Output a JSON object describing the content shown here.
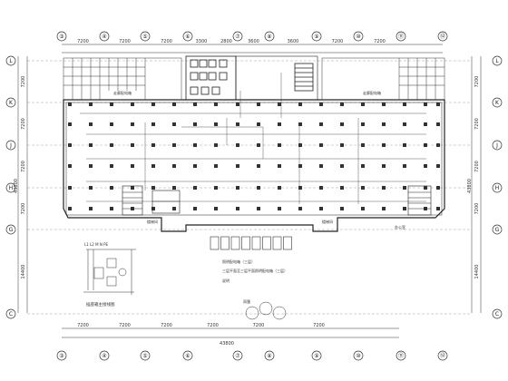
{
  "axes": {
    "top": [
      "③",
      "④",
      "⑤",
      "⑥",
      "⑦",
      "⑧",
      "⑨",
      "⑩",
      "⑪",
      "⑫"
    ],
    "bottom": [
      "③",
      "④",
      "⑤",
      "⑥",
      "⑦",
      "⑧",
      "⑨",
      "⑩",
      "⑪",
      "⑫"
    ],
    "left": [
      "L",
      "K",
      "J",
      "H",
      "G",
      "C"
    ],
    "right": [
      "L",
      "K",
      "J",
      "H",
      "G",
      "C"
    ]
  },
  "dimensions": {
    "top": [
      "7200",
      "7200",
      "7200",
      "3300",
      "2800",
      "3600",
      "3600",
      "7200",
      "7200"
    ],
    "bottom": [
      "7200",
      "7200",
      "7200",
      "7200",
      "7200",
      "7200"
    ],
    "bottom_total": "43800",
    "left": [
      "7200",
      "7200",
      "7200",
      "7200",
      "14400"
    ],
    "left_total": "43800",
    "right": [
      "7200",
      "7200",
      "7200",
      "7200",
      "14400"
    ],
    "right_total": "43800"
  },
  "labels": {
    "legend_top": "L1   L2  M  N  PE",
    "legend_caption": "插座箱主接线图",
    "note_line1": "照明配电箱（三层）",
    "note_line2": "三层平面至三层平面照明配电箱（三层）",
    "note_line3": "说明",
    "stair_left": "楼梯间",
    "stair_right": "楼梯间",
    "corridor_left": "走廊配电箱",
    "corridor_right": "走廊配电箱",
    "entrance": "雨篷",
    "stair_bottom_left": "楼梯间",
    "room_right": "办公室"
  },
  "colors": {
    "line": "#222222",
    "grid": "#555555",
    "fill": "#444444"
  }
}
